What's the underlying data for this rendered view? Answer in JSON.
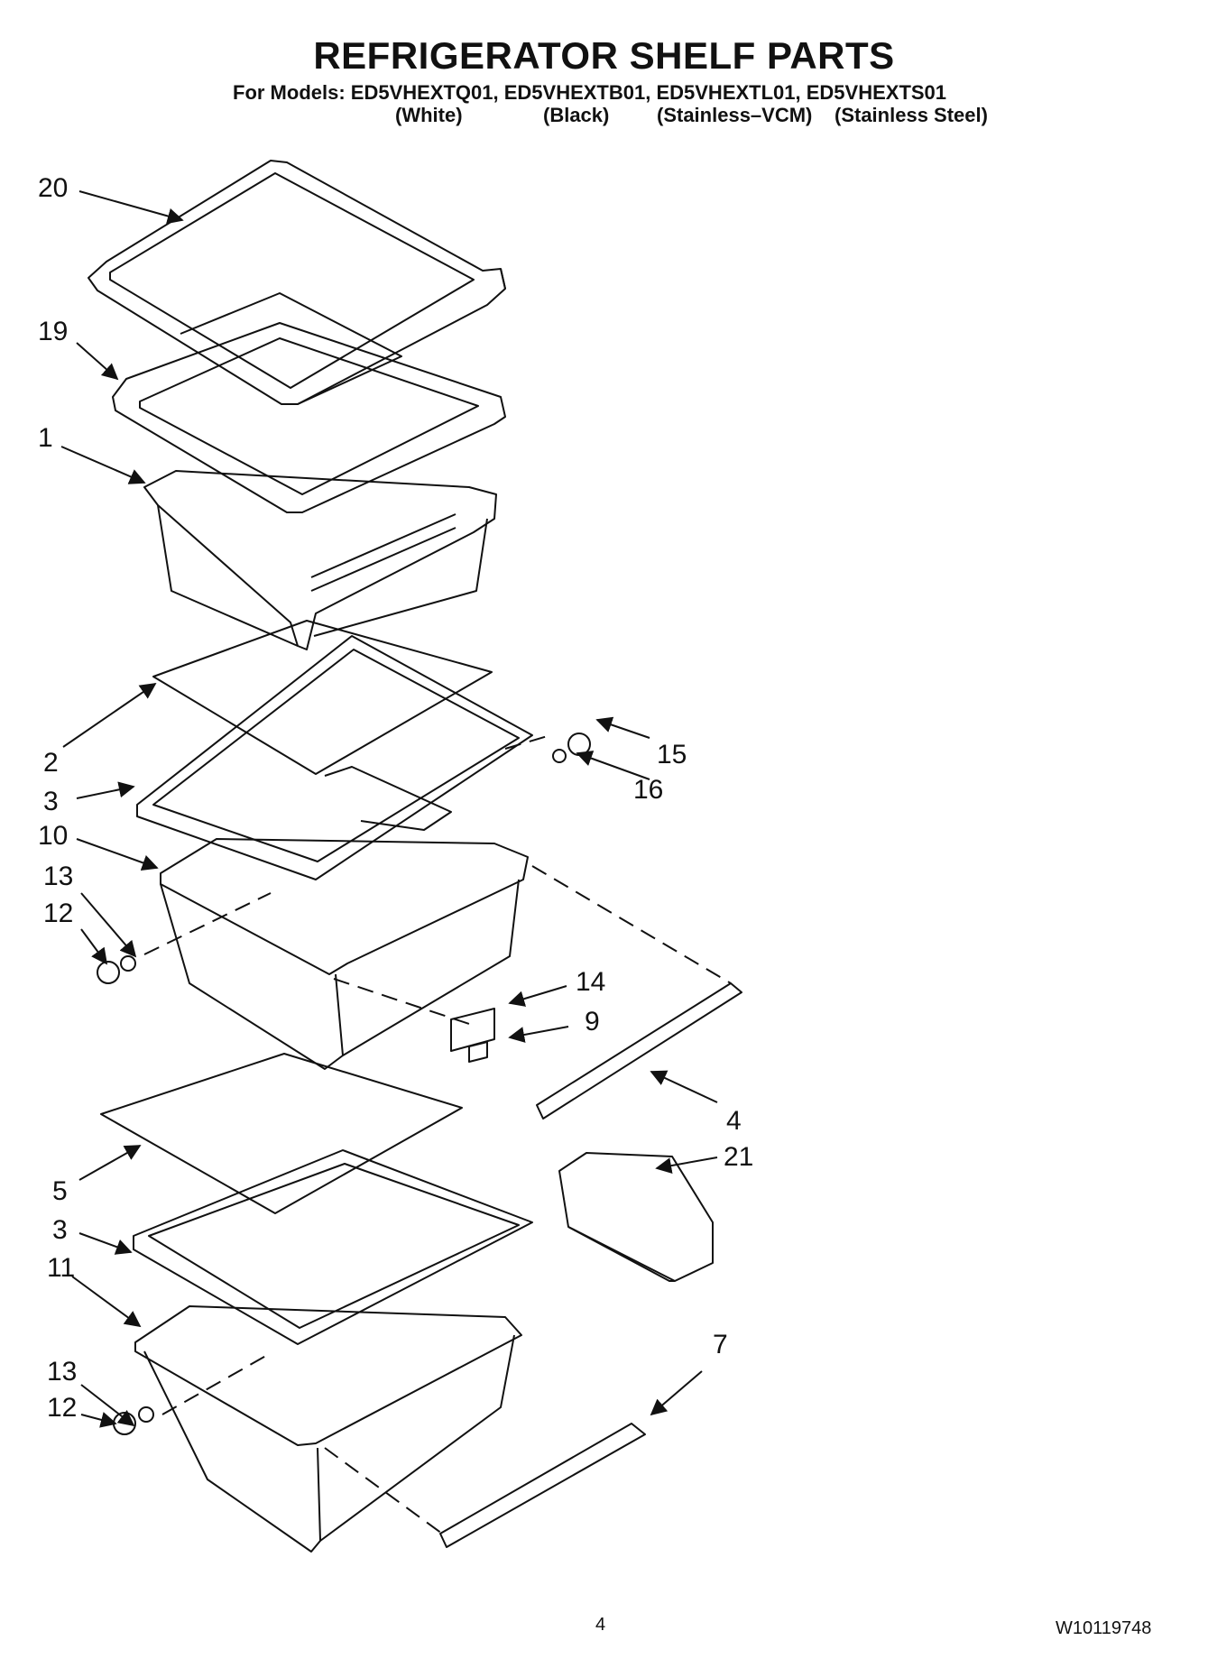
{
  "header": {
    "title": "REFRIGERATOR SHELF PARTS",
    "models_line": "For Models: ED5VHEXTQ01, ED5VHEXTB01, ED5VHEXTL01, ED5VHEXTS01",
    "variants": [
      "(White)",
      "(Black)",
      "(Stainless–VCM)",
      "(Stainless Steel)"
    ]
  },
  "callouts": [
    {
      "id": "c20",
      "label": "20"
    },
    {
      "id": "c19",
      "label": "19"
    },
    {
      "id": "c1",
      "label": "1"
    },
    {
      "id": "c2",
      "label": "2"
    },
    {
      "id": "c3a",
      "label": "3"
    },
    {
      "id": "c10",
      "label": "10"
    },
    {
      "id": "c13a",
      "label": "13"
    },
    {
      "id": "c12a",
      "label": "12"
    },
    {
      "id": "c15",
      "label": "15"
    },
    {
      "id": "c16",
      "label": "16"
    },
    {
      "id": "c14",
      "label": "14"
    },
    {
      "id": "c9",
      "label": "9"
    },
    {
      "id": "c4",
      "label": "4"
    },
    {
      "id": "c21",
      "label": "21"
    },
    {
      "id": "c5",
      "label": "5"
    },
    {
      "id": "c3b",
      "label": "3"
    },
    {
      "id": "c11",
      "label": "11"
    },
    {
      "id": "c7",
      "label": "7"
    },
    {
      "id": "c13b",
      "label": "13"
    },
    {
      "id": "c12b",
      "label": "12"
    }
  ],
  "footer": {
    "page_number": "4",
    "doc_number": "W10119748"
  }
}
